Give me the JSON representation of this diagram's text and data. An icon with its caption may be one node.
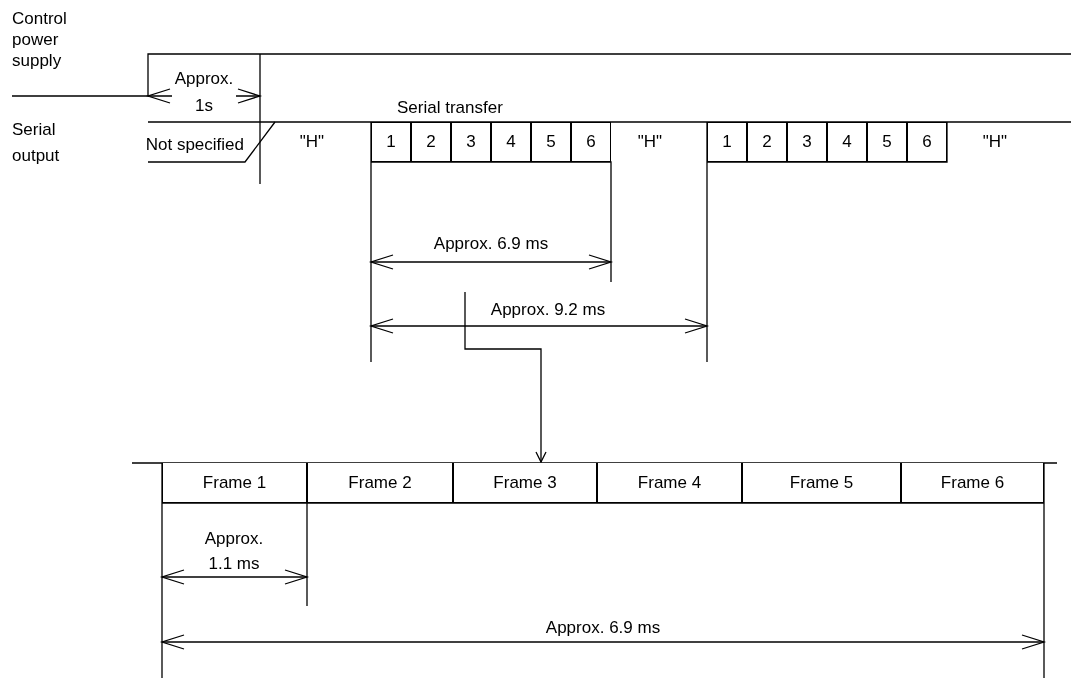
{
  "diagram": {
    "nodes": [
      {
        "text": [
          "1"
        ]
      },
      {
        "text": [
          "2"
        ]
      },
      {
        "text": [
          "3"
        ]
      },
      {
        "text": [
          "4"
        ]
      },
      {
        "text": [
          "5"
        ]
      },
      {
        "text": [
          "6"
        ]
      },
      {
        "text": [
          "1"
        ]
      },
      {
        "text": [
          "2"
        ]
      },
      {
        "text": [
          "3"
        ]
      },
      {
        "text": [
          "4"
        ]
      },
      {
        "text": [
          "5"
        ]
      },
      {
        "text": [
          "6"
        ]
      },
      {
        "text": [
          "Frame 1"
        ]
      },
      {
        "text": [
          "Frame 2"
        ]
      },
      {
        "text": [
          "Frame 3"
        ]
      },
      {
        "text": [
          "Frame 4"
        ]
      },
      {
        "text": [
          "Frame 5"
        ]
      },
      {
        "text": [
          "Frame 6"
        ]
      }
    ],
    "edges": [
      {
        "from": null,
        "to": 14,
        "arrow": "to"
      }
    ],
    "labels": [
      "Control power supply",
      "Approx. 1s",
      "Serial transfer",
      "Serial output",
      "Not specified",
      "\"H\"",
      "\"H\"",
      "\"H\"",
      "Approx. 6.9 ms",
      "Approx. 9.2 ms",
      "Approx. 1.1 ms",
      "Approx. 6.9 ms"
    ]
  }
}
